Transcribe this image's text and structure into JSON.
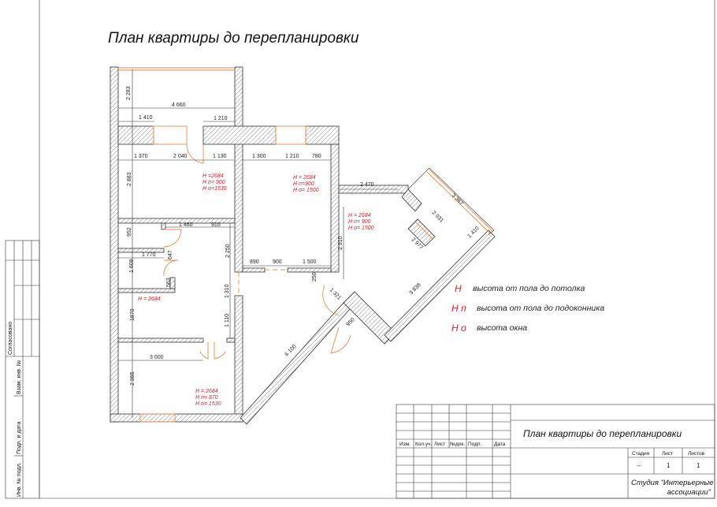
{
  "title": "План квартиры до перепланировки",
  "dimensions": [
    "2 283",
    "4 660",
    "1 410",
    "1 210",
    "1 370",
    "2 040",
    "1 130",
    "2 883",
    "1 300",
    "1 210",
    "780",
    "2 470",
    "952",
    "1 460",
    "910",
    "1 770",
    "647",
    "1 608",
    "563",
    "2 250",
    "890",
    "900",
    "1 500",
    "2 910",
    "250",
    "1 321",
    "1 310",
    "1 110",
    "1870",
    "3 000",
    "2 955",
    "6 100",
    "950",
    "3 838",
    "2 977",
    "2 031",
    "3 367",
    "1 410"
  ],
  "rooms": [
    {
      "lines": [
        "H =2684",
        "H п= 900",
        "H о=1530"
      ]
    },
    {
      "lines": [
        "H = 2684",
        "H п=900",
        "H о= 1500"
      ]
    },
    {
      "lines": [
        "H = 2684",
        "H п= 900",
        "H о= 1500"
      ]
    },
    {
      "lines": [
        "H = 2684"
      ]
    },
    {
      "lines": [
        "H = 2684",
        "H п= 870",
        "H о= 1530"
      ]
    }
  ],
  "legend": [
    {
      "key": "H",
      "text": "высота от пола до потолка"
    },
    {
      "key": "H п",
      "text": "высота от пола до подоконника"
    },
    {
      "key": "H о",
      "text": "высота окна"
    }
  ],
  "title_block": {
    "columns": [
      "Изм.",
      "Кол.уч.",
      "Лист",
      "№док.",
      "Подп.",
      "Дата"
    ],
    "drawing_title": "План квартиры до перепланировки",
    "stage_headers": [
      "Стадия",
      "Лист",
      "Листов"
    ],
    "stage_values": [
      "--",
      "1",
      "1"
    ],
    "studio_line1": "Студия \"Интерьерные",
    "studio_line2": "ассоциации\""
  },
  "side_stamp": [
    "Согласовано",
    "Взам. инв. №",
    "Подп. и дата",
    "Инв. № подл."
  ],
  "colors": {
    "annotation": "#e0202a",
    "window": "#e88a4a",
    "line": "#333333"
  }
}
